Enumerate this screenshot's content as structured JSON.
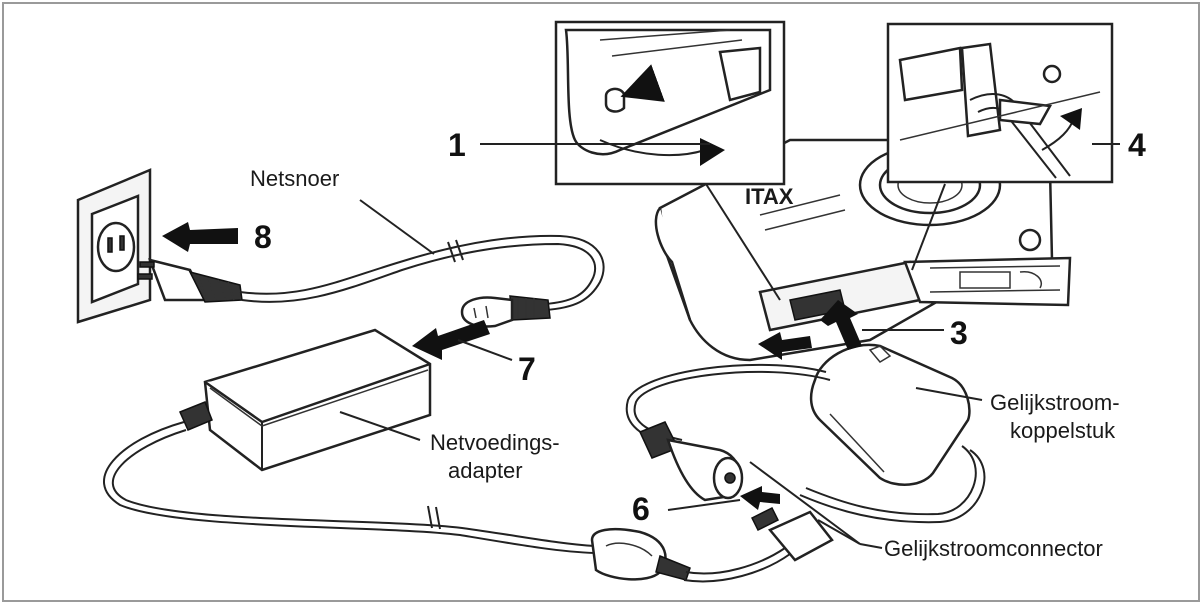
{
  "labels": {
    "netsnoer": "Netsnoer",
    "netvoedings_1": "Netvoedings-",
    "netvoedings_2": "adapter",
    "gelijkstroom_koppel_1": "Gelijkstroom-",
    "gelijkstroom_koppel_2": "koppelstuk",
    "gelijkstroomconnector": "Gelijkstroomconnector",
    "brand_fragment": "ITAX"
  },
  "steps": [
    "1",
    "3",
    "4",
    "6",
    "7",
    "8"
  ],
  "colors": {
    "line": "#222222",
    "background": "#ffffff",
    "frame": "#9a9a9a"
  }
}
